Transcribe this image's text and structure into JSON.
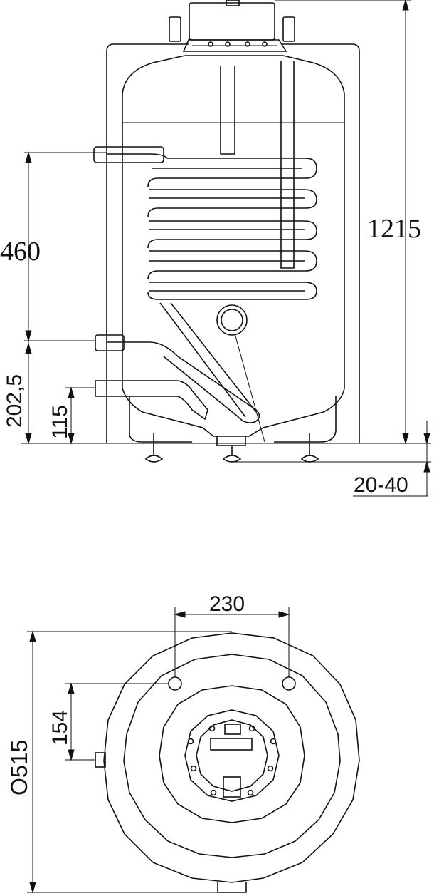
{
  "side_view": {
    "height_total_label": "1215",
    "coil_spacing_label": "460",
    "lower_outlet_label": "202,5",
    "bottom_inlet_label": "115",
    "feet_adjust_label": "20-40"
  },
  "top_view": {
    "connection_spacing_label": "230",
    "side_offset_label": "154",
    "diameter_label": "O515"
  }
}
